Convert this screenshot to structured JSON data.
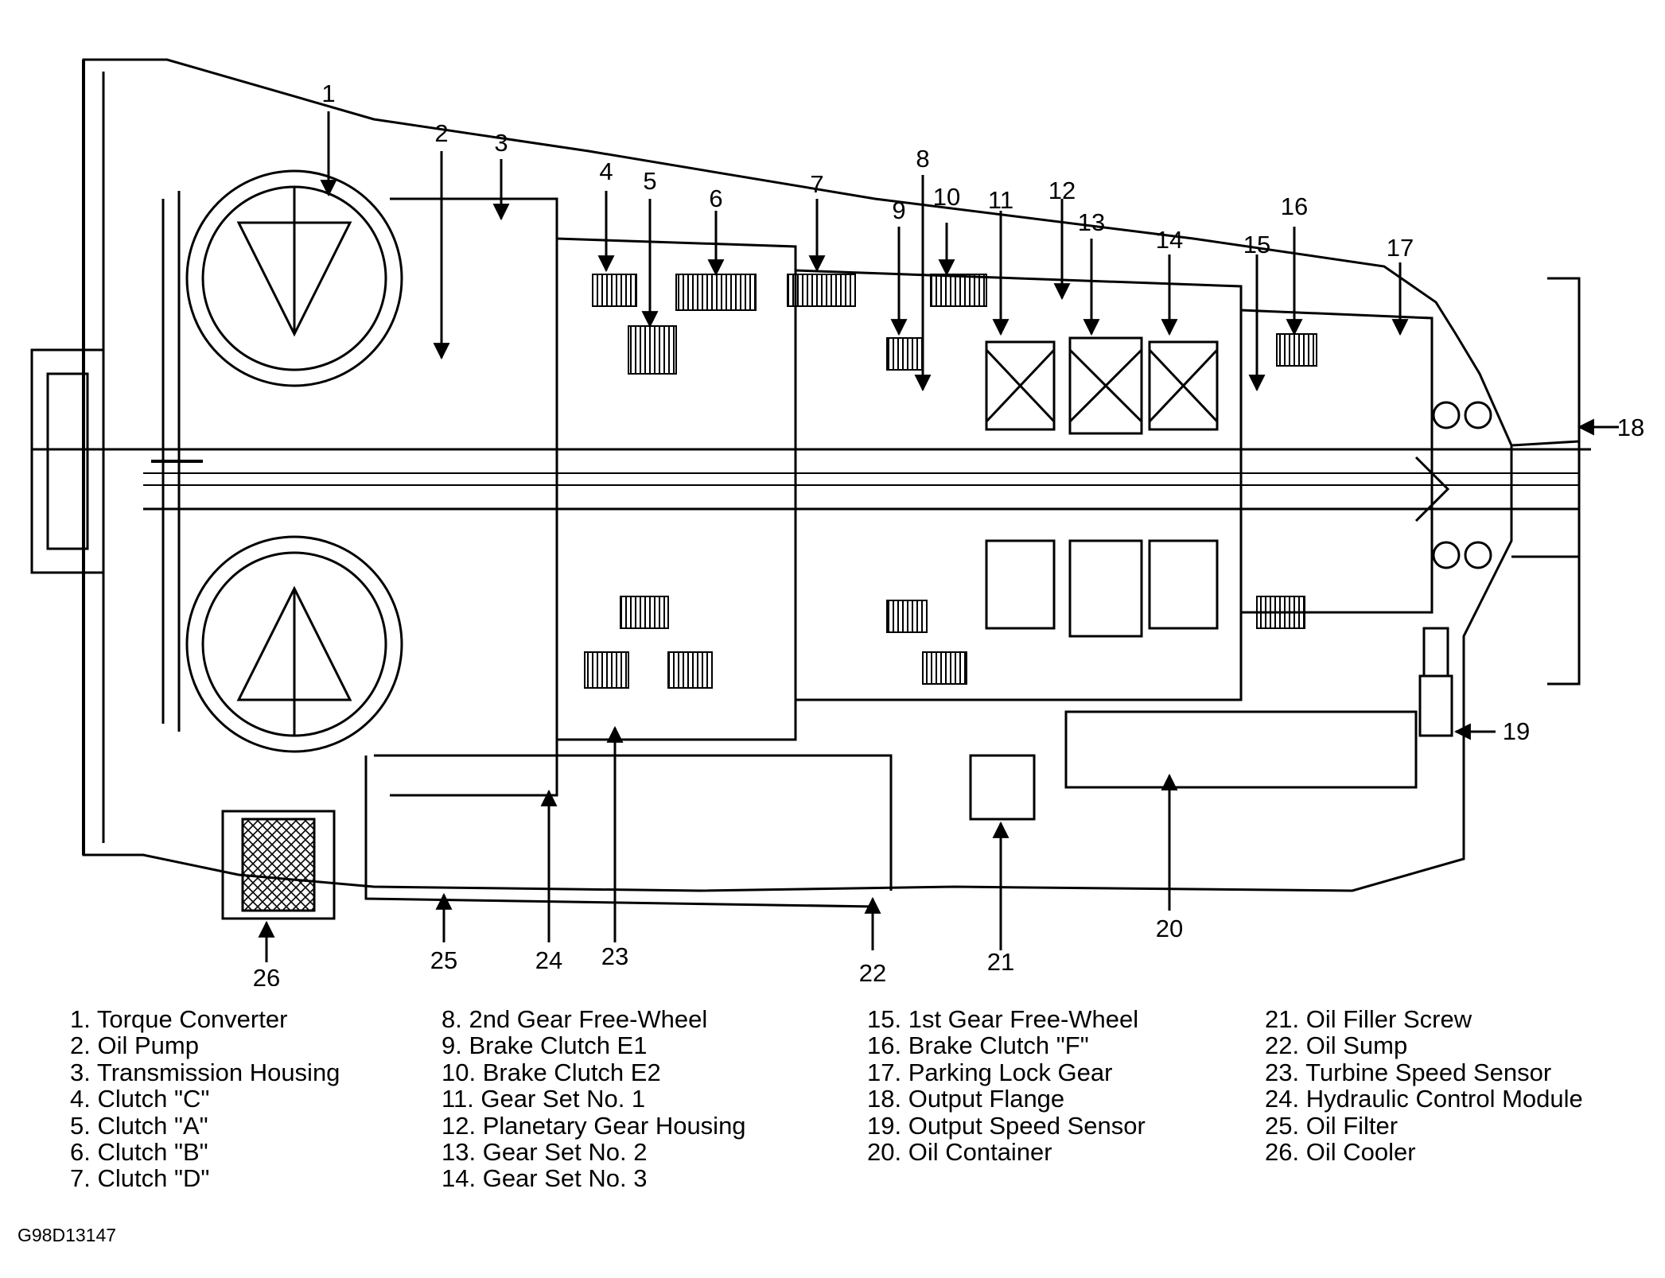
{
  "callouts": [
    "1",
    "2",
    "3",
    "4",
    "5",
    "6",
    "7",
    "8",
    "9",
    "10",
    "11",
    "12",
    "13",
    "14",
    "15",
    "16",
    "17",
    "18",
    "19",
    "20",
    "21",
    "22",
    "23",
    "24",
    "25",
    "26"
  ],
  "legend": {
    "col1": [
      "1. Torque Converter",
      "2. Oil Pump",
      "3. Transmission Housing",
      "4. Clutch \"C\"",
      "5. Clutch \"A\"",
      "6. Clutch \"B\"",
      "7. Clutch \"D\""
    ],
    "col2": [
      "8. 2nd Gear Free-Wheel",
      "9. Brake Clutch E1",
      "10. Brake Clutch E2",
      "11. Gear Set No. 1",
      "12. Planetary Gear Housing",
      "13. Gear Set No. 2",
      "14. Gear Set No. 3"
    ],
    "col3": [
      "15. 1st Gear Free-Wheel",
      "16. Brake Clutch \"F\"",
      "17. Parking Lock Gear",
      "18. Output Flange",
      "19. Output Speed Sensor",
      "20. Oil Container"
    ],
    "col4": [
      "21. Oil Filler Screw",
      "22. Oil Sump",
      "23. Turbine Speed Sensor",
      "24. Hydraulic Control Module",
      "25. Oil Filter",
      "26. Oil Cooler"
    ]
  },
  "figure_code": "G98D13147"
}
